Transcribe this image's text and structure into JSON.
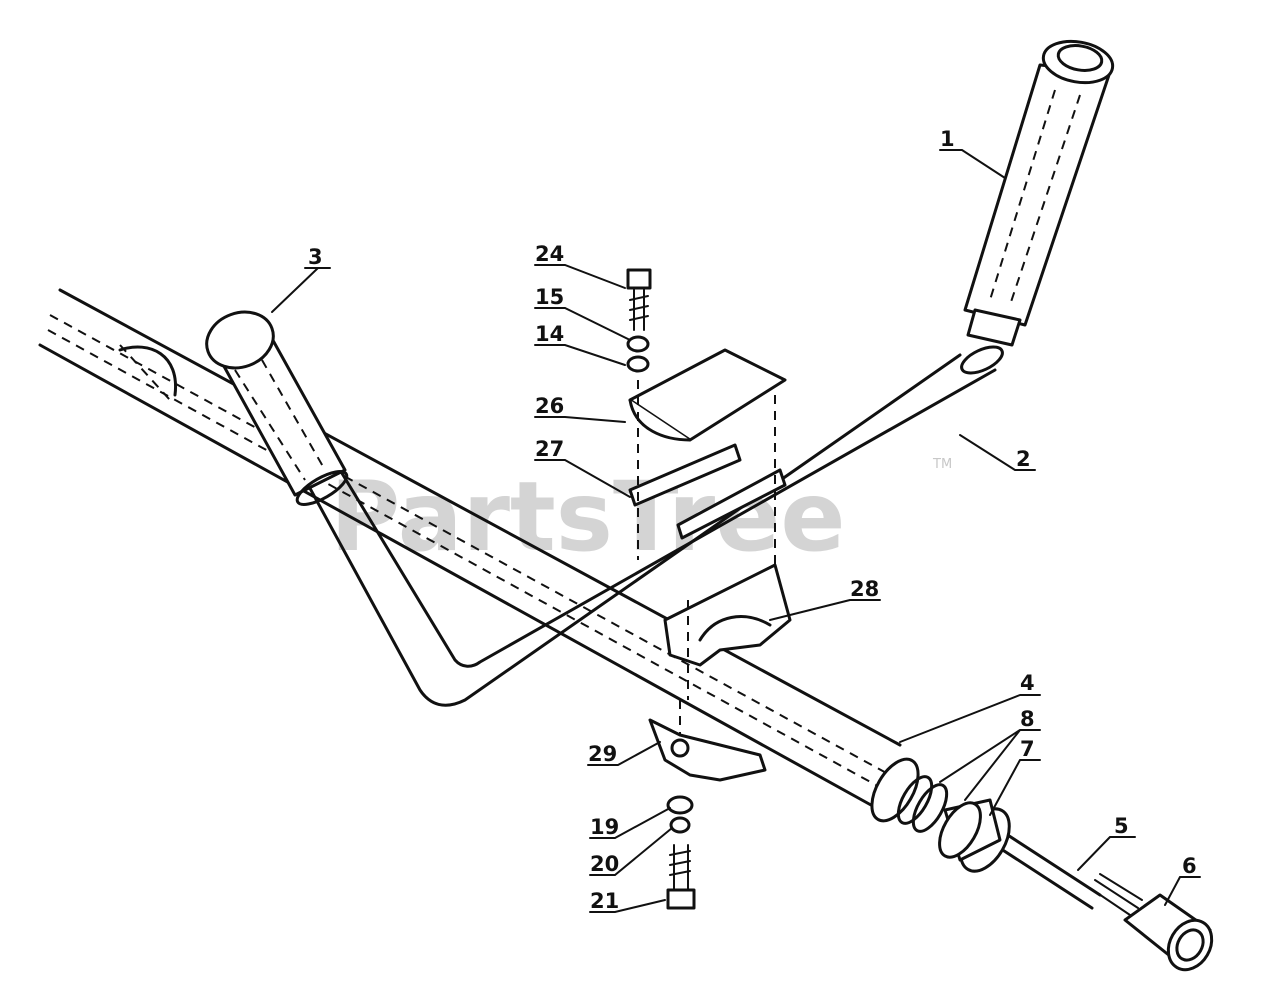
{
  "watermark": {
    "text": "PartsTree",
    "mark": "TM"
  },
  "callouts": [
    {
      "id": "1",
      "label": "1"
    },
    {
      "id": "2",
      "label": "2"
    },
    {
      "id": "3",
      "label": "3"
    },
    {
      "id": "4",
      "label": "4"
    },
    {
      "id": "5",
      "label": "5"
    },
    {
      "id": "6",
      "label": "6"
    },
    {
      "id": "7",
      "label": "7"
    },
    {
      "id": "8",
      "label": "8"
    },
    {
      "id": "14",
      "label": "14"
    },
    {
      "id": "15",
      "label": "15"
    },
    {
      "id": "19",
      "label": "19"
    },
    {
      "id": "20",
      "label": "20"
    },
    {
      "id": "21",
      "label": "21"
    },
    {
      "id": "24",
      "label": "24"
    },
    {
      "id": "26",
      "label": "26"
    },
    {
      "id": "27",
      "label": "27"
    },
    {
      "id": "28",
      "label": "28"
    },
    {
      "id": "29",
      "label": "29"
    }
  ]
}
